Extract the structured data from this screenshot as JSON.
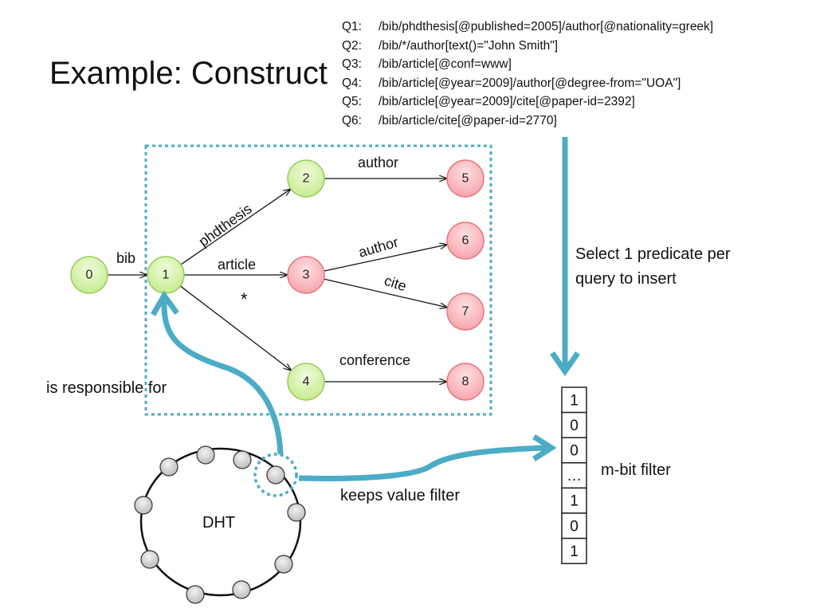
{
  "title": "Example: Construct",
  "queries": [
    {
      "id": "Q1:",
      "expr": "/bib/phdthesis[@published=2005]/author[@nationality=greek]"
    },
    {
      "id": "Q2:",
      "expr": "/bib/*/author[text()=\"John Smith\"]"
    },
    {
      "id": "Q3:",
      "expr": "/bib/article[@conf=www]"
    },
    {
      "id": "Q4:",
      "expr": "/bib/article[@year=2009]/author[@degree-from=\"UOA\"]"
    },
    {
      "id": "Q5:",
      "expr": "/bib/article[@year=2009]/cite[@paper-id=2392]"
    },
    {
      "id": "Q6:",
      "expr": "/bib/article/cite[@paper-id=2770]"
    }
  ],
  "nodes": [
    {
      "id": "0",
      "label": "0",
      "type": "green"
    },
    {
      "id": "1",
      "label": "1",
      "type": "green"
    },
    {
      "id": "2",
      "label": "2",
      "type": "green"
    },
    {
      "id": "3",
      "label": "3",
      "type": "red"
    },
    {
      "id": "4",
      "label": "4",
      "type": "green"
    },
    {
      "id": "5",
      "label": "5",
      "type": "red"
    },
    {
      "id": "6",
      "label": "6",
      "type": "red"
    },
    {
      "id": "7",
      "label": "7",
      "type": "red"
    },
    {
      "id": "8",
      "label": "8",
      "type": "red"
    }
  ],
  "edges": [
    {
      "from": "0",
      "to": "1",
      "label": "bib"
    },
    {
      "from": "1",
      "to": "2",
      "label": "phdthesis"
    },
    {
      "from": "1",
      "to": "3",
      "label": "article"
    },
    {
      "from": "1",
      "to": "4",
      "label": "*"
    },
    {
      "from": "2",
      "to": "5",
      "label": "author"
    },
    {
      "from": "3",
      "to": "6",
      "label": "author"
    },
    {
      "from": "3",
      "to": "7",
      "label": "cite"
    },
    {
      "from": "4",
      "to": "8",
      "label": "conference"
    }
  ],
  "labels": {
    "select_line1": "Select 1 predicate per",
    "select_line2": "query to insert",
    "responsible": "is responsible for",
    "dht": "DHT",
    "keeps": "keeps value filter",
    "mbit": "m-bit filter"
  },
  "filter_bits": [
    "1",
    "0",
    "0",
    "…",
    "1",
    "0",
    "1"
  ],
  "colors": {
    "green_fill": "#d4f3a6",
    "green_stroke": "#98cc5c",
    "red_fill": "#fbb9bd",
    "red_stroke": "#e2787e",
    "arrow_blue": "#4bacc6",
    "dht_node_fill": "#d0d0d0"
  }
}
